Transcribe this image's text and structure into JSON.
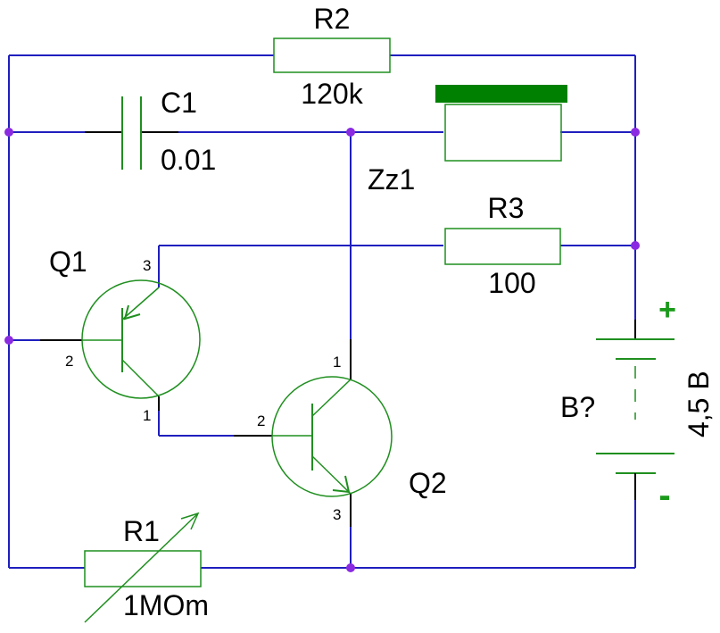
{
  "components": {
    "r2": {
      "ref": "R2",
      "value": "120k"
    },
    "c1": {
      "ref": "C1",
      "value": "0.01"
    },
    "zz1": {
      "ref": "Zz1"
    },
    "r3": {
      "ref": "R3",
      "value": "100"
    },
    "q1": {
      "ref": "Q1",
      "pins": {
        "base": "2",
        "emitter": "3",
        "collector": "1"
      }
    },
    "q2": {
      "ref": "Q2",
      "pins": {
        "base": "2",
        "collector": "1",
        "emitter": "3"
      }
    },
    "r1": {
      "ref": "R1",
      "value": "1MOm"
    },
    "battery": {
      "ref": "B?",
      "value": "4,5 B",
      "plus": "+",
      "minus": "-"
    }
  },
  "colors": {
    "wire": "#1f1fbf",
    "component": "#1f8f1f",
    "junction": "#8a2be2",
    "zz1_bar": "#008000",
    "polarity": "#1a9a1a"
  }
}
